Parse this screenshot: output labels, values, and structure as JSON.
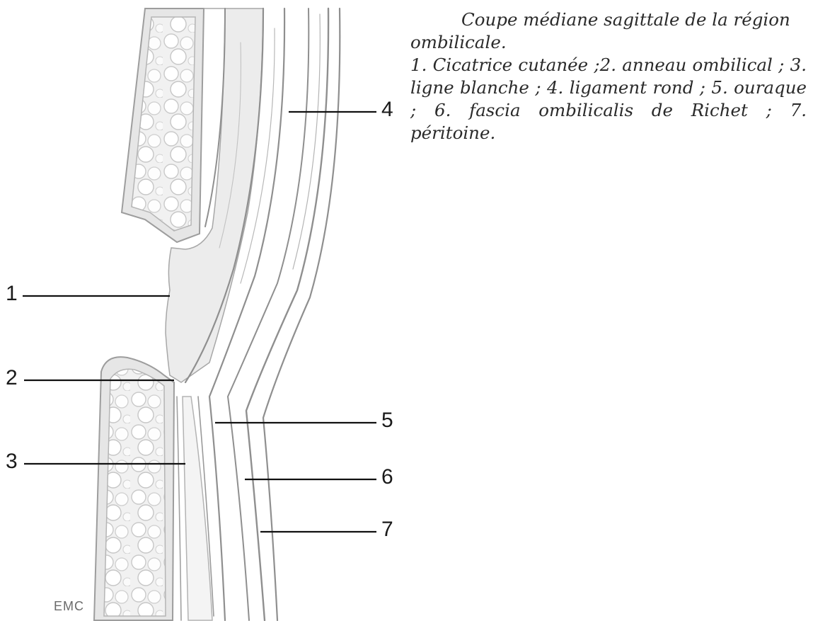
{
  "caption": {
    "title": "Coupe médiane sagittale de la région ombilicale.",
    "legend": "1. Cicatrice cutanée ;2. anneau ombilical ; 3. ligne blanche ; 4. ligament rond ; 5. ouraque ; 6. fascia ombilicalis de Richet ; 7. péritoine."
  },
  "labels": [
    "1",
    "2",
    "3",
    "4",
    "5",
    "6",
    "7"
  ],
  "logo": "EMC"
}
